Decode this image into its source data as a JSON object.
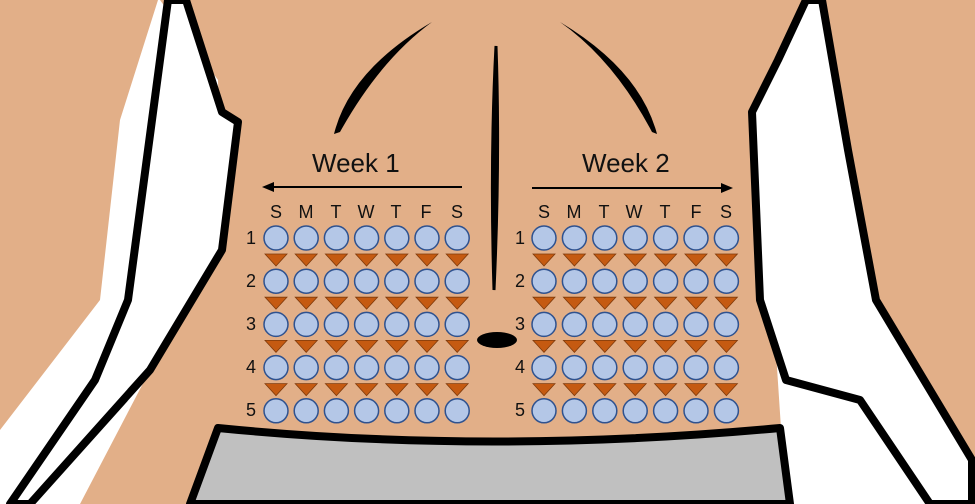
{
  "weeks": [
    {
      "title": "Week 1",
      "arrow": "left"
    },
    {
      "title": "Week 2",
      "arrow": "right"
    }
  ],
  "days": [
    "S",
    "M",
    "T",
    "W",
    "T",
    "F",
    "S"
  ],
  "rows": [
    "1",
    "2",
    "3",
    "4",
    "5"
  ],
  "colors": {
    "skin": "#E2AF88",
    "outline": "#000000",
    "background": "#FFFFFF",
    "waistband": "#C0C0C0",
    "circle_fill": "#B4C7E7",
    "circle_stroke": "#2F528F",
    "triangle_fill": "#C55A11"
  }
}
